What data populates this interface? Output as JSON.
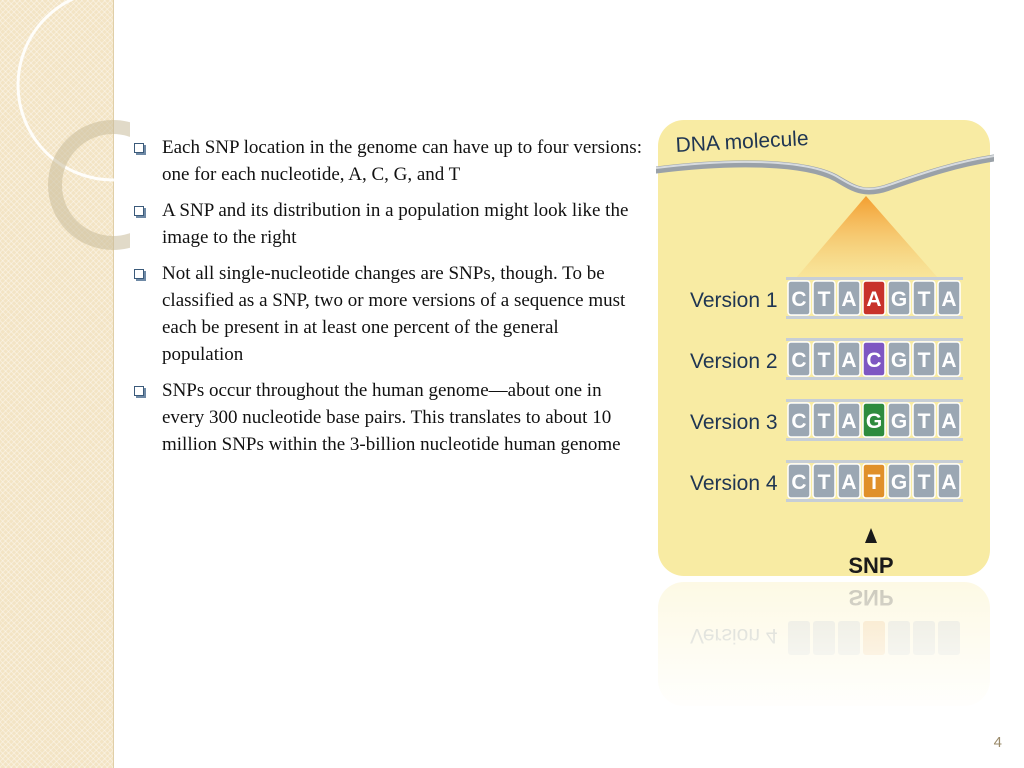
{
  "slide": {
    "page_number": "4",
    "bullets": [
      "Each SNP location in the genome can have up to four versions: one for each nucleotide, A, C, G, and T",
      "A SNP and its distribution in a population might look like the image to the right",
      "Not all single-nucleotide changes are SNPs, though. To be classified as a SNP, two or more versions of a sequence must each be present in at least one percent of the general population",
      "SNPs occur throughout the human genome—about one in every 300 nucleotide base pairs. This translates to about 10 million SNPs within the 3-billion nucleotide human genome"
    ]
  },
  "figure": {
    "title": "DNA molecule",
    "snp_label": "SNP",
    "versions": [
      {
        "label": "Version 1",
        "bases": [
          "C",
          "T",
          "A",
          "A",
          "G",
          "T",
          "A"
        ]
      },
      {
        "label": "Version 2",
        "bases": [
          "C",
          "T",
          "A",
          "C",
          "G",
          "T",
          "A"
        ]
      },
      {
        "label": "Version 3",
        "bases": [
          "C",
          "T",
          "A",
          "G",
          "G",
          "T",
          "A"
        ]
      },
      {
        "label": "Version 4",
        "bases": [
          "C",
          "T",
          "A",
          "T",
          "G",
          "T",
          "A"
        ]
      }
    ],
    "snp_index": 3,
    "colors": {
      "panel": "#f8eba3",
      "tile": "#9ba7b3",
      "tile_text": "#ffffff",
      "snp_A": "#c8322a",
      "snp_C": "#7e57c2",
      "snp_G": "#2e8b3d",
      "snp_T": "#e0902a",
      "label_text": "#1f3552",
      "beam": "#f4a53a"
    }
  }
}
